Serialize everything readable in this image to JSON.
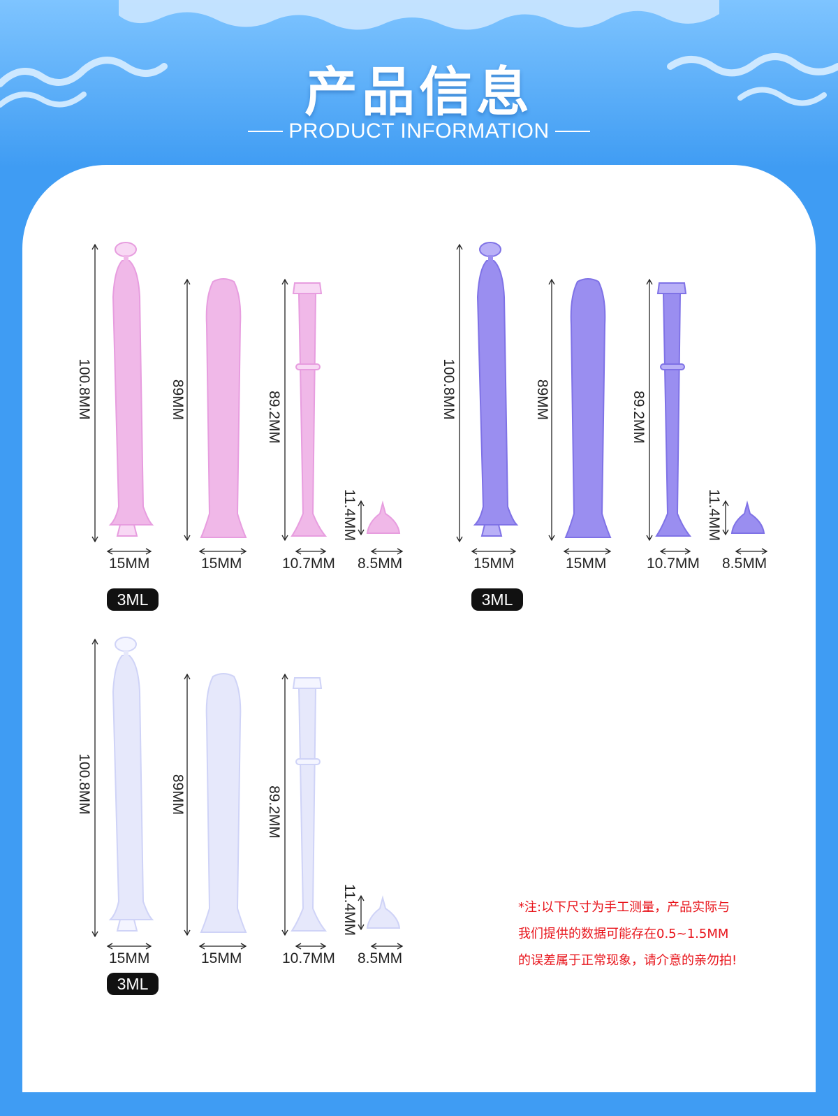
{
  "header": {
    "title_cn": "产品信息",
    "subtitle": "PRODUCT INFORMATION"
  },
  "colors": {
    "background": "#3f9cf3",
    "panel": "#ffffff",
    "pink": "#f0b8e8",
    "purple": "#9a8ef0",
    "white_blue": "#e6e8fb",
    "note": "#e8141b"
  },
  "groups": [
    {
      "color_name": "pink",
      "badge": "3ML",
      "heights": [
        "100.8MM",
        "89MM",
        "89.2MM",
        "11.4MM"
      ],
      "widths": [
        "15MM",
        "15MM",
        "10.7MM",
        "8.5MM"
      ]
    },
    {
      "color_name": "purple",
      "badge": "3ML",
      "heights": [
        "100.8MM",
        "89MM",
        "89.2MM",
        "11.4MM"
      ],
      "widths": [
        "15MM",
        "15MM",
        "10.7MM",
        "8.5MM"
      ]
    },
    {
      "color_name": "white",
      "badge": "3ML",
      "heights": [
        "100.8MM",
        "89MM",
        "89.2MM",
        "11.4MM"
      ],
      "widths": [
        "15MM",
        "15MM",
        "10.7MM",
        "8.5MM"
      ]
    }
  ],
  "note": {
    "lines": [
      "*注:以下尺寸为手工测量，产品实际与",
      "我们提供的数据可能存在0.5~1.5MM",
      "的误差属于正常现象，请介意的亲勿拍!"
    ]
  }
}
